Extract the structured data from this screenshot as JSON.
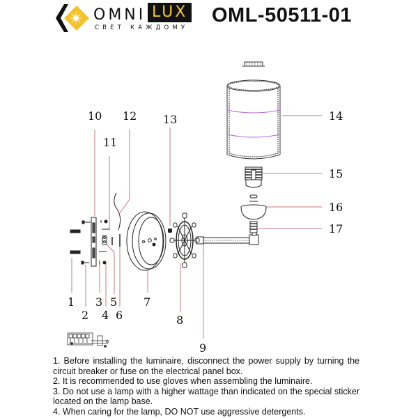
{
  "header": {
    "brand_part1": "OMNI",
    "brand_part2": "LUX",
    "tagline": "СВЕТ КАЖДОМУ",
    "model": "OML-50511-01",
    "brand_colors": {
      "accent": "#f2c230",
      "dark": "#111111"
    }
  },
  "diagram": {
    "leader_color": "#c8797d",
    "parts": [
      {
        "id": "1"
      },
      {
        "id": "2"
      },
      {
        "id": "3"
      },
      {
        "id": "4"
      },
      {
        "id": "5"
      },
      {
        "id": "6"
      },
      {
        "id": "7"
      },
      {
        "id": "8"
      },
      {
        "id": "9"
      },
      {
        "id": "10"
      },
      {
        "id": "11"
      },
      {
        "id": "12"
      },
      {
        "id": "13"
      },
      {
        "id": "14"
      },
      {
        "id": "15"
      },
      {
        "id": "16"
      },
      {
        "id": "17"
      }
    ]
  },
  "instructions": [
    "1. Before installing the luminaire, disconnect the power supply by turning the circuit breaker or fuse on the electrical panel box.",
    "2. It is recommended to use gloves when assembling the luminaire.",
    "3. Do not use a lamp with a higher wattage than indicated on the special sticker located on the lamp base.",
    "4. When caring for the lamp, DO NOT use aggressive detergents."
  ]
}
